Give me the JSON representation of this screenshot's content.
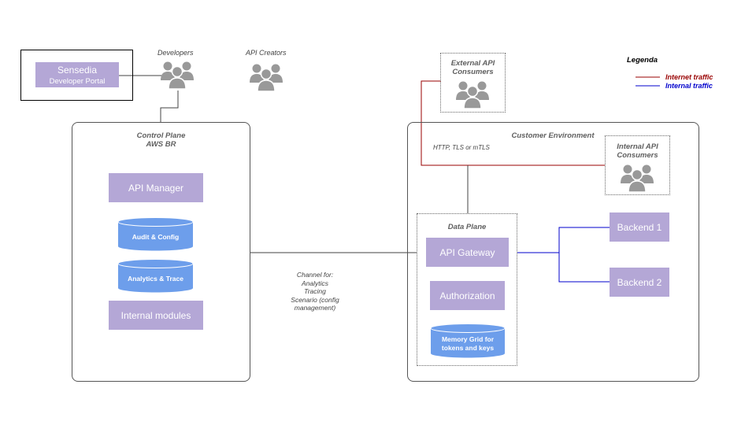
{
  "colors": {
    "box_fill": "#b4a7d6",
    "db_fill": "#6d9eeb",
    "people_fill": "#999999",
    "internet_traffic": "#990000",
    "internal_traffic": "#0000cc",
    "neutral_line": "#434343"
  },
  "portal": {
    "title": "Sensedia",
    "subtitle": "Developer Portal"
  },
  "actors": {
    "developers": {
      "label": "Developers",
      "icon": "people-icon"
    },
    "api_creators": {
      "label": "API Creators",
      "icon": "people-icon"
    },
    "external_consumers": {
      "label": "External API\nConsumers",
      "icon": "people-icon"
    },
    "internal_consumers": {
      "label": "Internal API\nConsumers",
      "icon": "people-icon"
    }
  },
  "control_plane": {
    "title": "Control Plane\nAWS BR",
    "api_manager": "API Manager",
    "audit_db": "Audit & Config",
    "analytics_db": "Analytics & Trace",
    "internal_modules": "Internal modules"
  },
  "customer_env": {
    "title": "Customer Environment",
    "protocol_note": "HTTP, TLS or mTLS"
  },
  "data_plane": {
    "title": "Data Plane",
    "api_gateway": "API Gateway",
    "authorization": "Authorization",
    "memory_grid": "Memory Grid for\ntokens and keys"
  },
  "backends": {
    "backend1": "Backend 1",
    "backend2": "Backend 2"
  },
  "channel_note": "Channel  for:\nAnalytics\nTracing\nScenario (config\nmanagement)",
  "legend": {
    "title": "Legenda",
    "internet": "Internet traffic",
    "internal": "Internal traffic"
  }
}
